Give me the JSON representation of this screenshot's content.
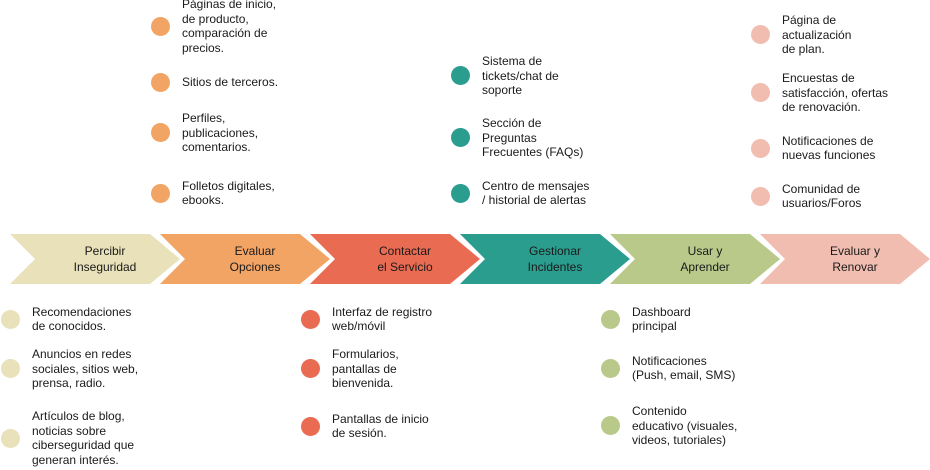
{
  "stages": [
    {
      "label": "Percibir\nInseguridad",
      "color": "#e9e1b9",
      "position": "below",
      "items": [
        "Recomendaciones\nde conocidos.",
        "Anuncios en redes\nsociales, sitios web,\nprensa, radio.",
        "Artículos de blog,\nnoticias sobre\nciberseguridad que\ngeneran interés."
      ]
    },
    {
      "label": "Evaluar\nOpciones",
      "color": "#f2a464",
      "position": "above",
      "items": [
        "Páginas de inicio,\nde producto,\ncomparación de\nprecios.",
        "Sitios de terceros.",
        "Perfiles,\npublicaciones,\ncomentarios.",
        "Folletos digitales,\nebooks."
      ]
    },
    {
      "label": "Contactar\nel Servicio",
      "color": "#e86b52",
      "position": "below",
      "items": [
        "Interfaz de registro\nweb/móvil",
        "Formularios,\npantallas de\nbienvenida.",
        "Pantallas de inicio\nde sesión."
      ]
    },
    {
      "label": "Gestionar\nIncidentes",
      "color": "#2a9d8f",
      "position": "above",
      "items": [
        "Sistema de\ntickets/chat de\nsoporte",
        "Sección de\nPreguntas\nFrecuentes (FAQs)",
        "Centro de mensajes\n/ historial de alertas"
      ]
    },
    {
      "label": "Usar y\nAprender",
      "color": "#b8c98a",
      "position": "below",
      "items": [
        "Dashboard\nprincipal",
        "Notificaciones\n(Push, email, SMS)",
        "Contenido\neducativo (visuales,\nvideos, tutoriales)"
      ]
    },
    {
      "label": "Evaluar y\nRenovar",
      "color": "#f0bdb0",
      "position": "above",
      "items": [
        "Página de\nactualización\nde plan.",
        "Encuestas de\nsatisfacción, ofertas\nde renovación.",
        "Notificaciones de\nnuevas funciones",
        "Comunidad de\nusuarios/Foros"
      ]
    }
  ]
}
